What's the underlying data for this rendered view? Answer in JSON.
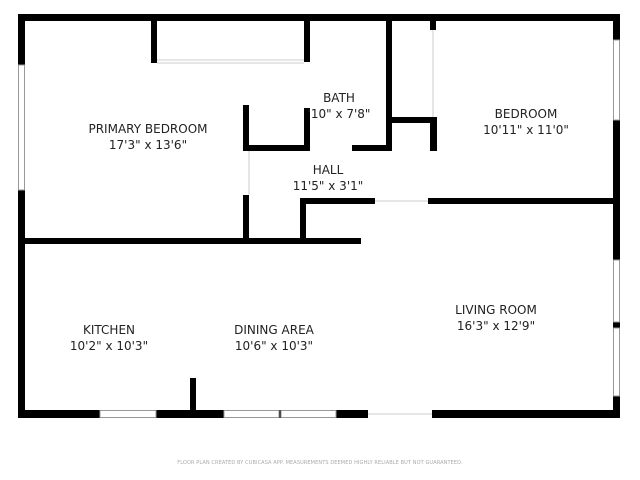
{
  "rooms": {
    "primary_bedroom": {
      "name": "PRIMARY BEDROOM",
      "size": "17'3\" x 13'6\""
    },
    "bath": {
      "name": "BATH",
      "size": "'10\" x 7'8\""
    },
    "bedroom": {
      "name": "BEDROOM",
      "size": "10'11\" x 11'0\""
    },
    "hall": {
      "name": "HALL",
      "size": "11'5\" x 3'1\""
    },
    "kitchen": {
      "name": "KITCHEN",
      "size": "10'2\" x 10'3\""
    },
    "dining_area": {
      "name": "DINING AREA",
      "size": "10'6\" x 10'3\""
    },
    "living_room": {
      "name": "LIVING ROOM",
      "size": "16'3\" x 12'9\""
    }
  },
  "footer": "FLOOR PLAN CREATED BY CUBICASA APP. MEASUREMENTS DEEMED HIGHLY RELIABLE BUT NOT GUARANTEED.",
  "colors": {
    "wall": "#000000",
    "window": "#ffffff",
    "window_frame": "#999999"
  }
}
